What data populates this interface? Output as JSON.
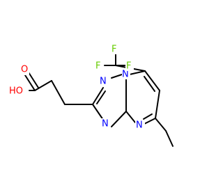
{
  "molecule": {
    "atoms": {
      "n1": "N",
      "n2": "N",
      "n3": "N",
      "n4": "N",
      "o_hydroxyl": "HO",
      "o_carbonyl": "O",
      "f1": "F",
      "f2": "F",
      "f3": "F"
    },
    "colors": {
      "bond": "#000000",
      "nitrogen": "#0000ff",
      "oxygen": "#ff0000",
      "fluorine": "#66cc00"
    }
  }
}
